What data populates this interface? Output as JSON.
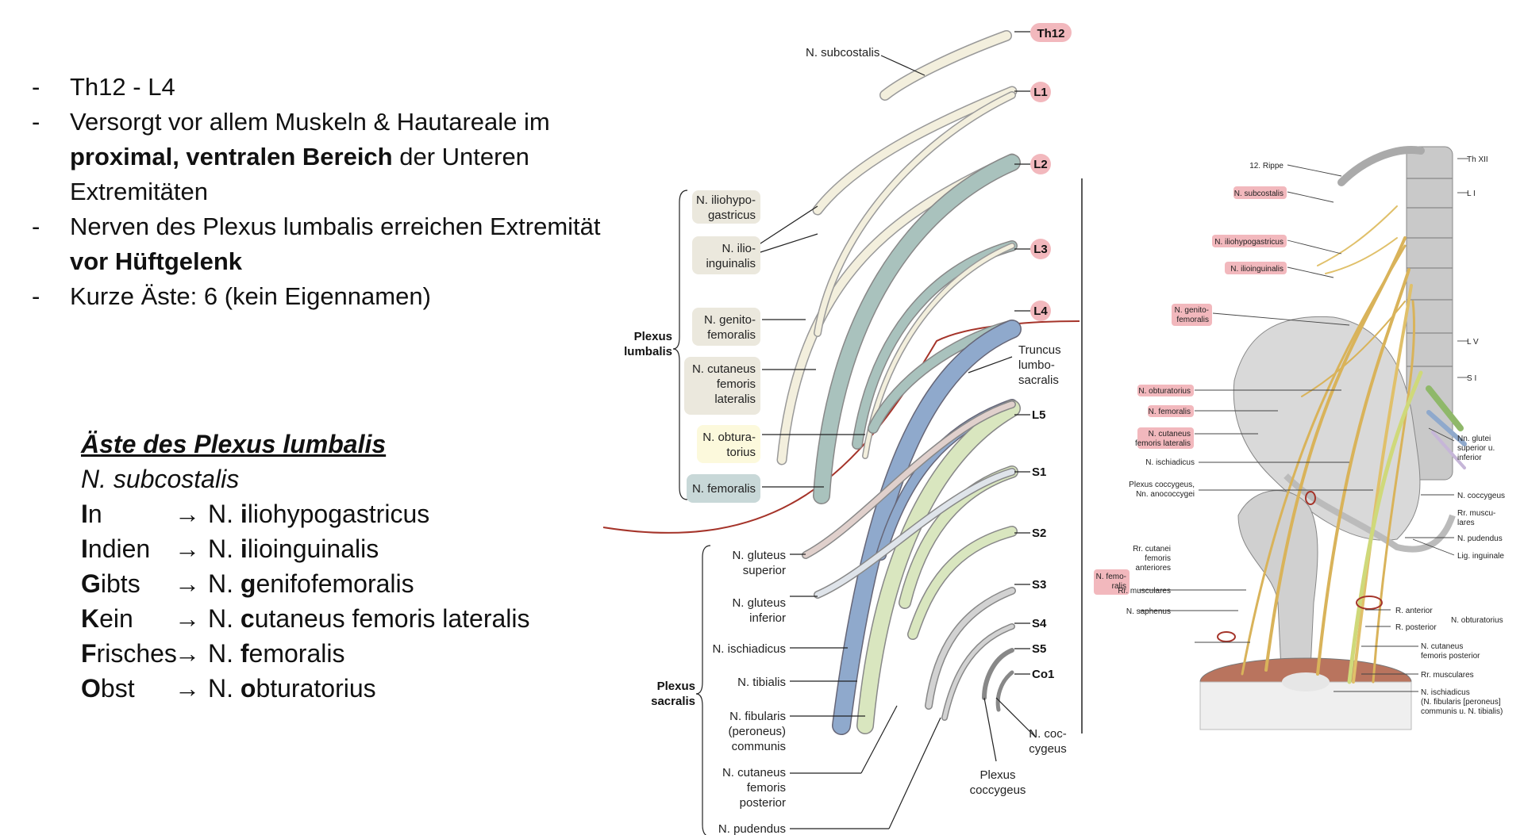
{
  "bullets": [
    {
      "plain": "Th12 - L4"
    },
    {
      "pre": "Versorgt vor allem Muskeln & Hautareale im ",
      "bold": "proximal, ventralen Bereich",
      "post": " der Unteren Extremitäten"
    },
    {
      "pre": "Nerven des Plexus lumbalis erreichen Extremität ",
      "bold": "vor Hüftgelenk",
      "post": ""
    },
    {
      "plain": "Kurze Äste: 6 (kein Eigennamen)"
    }
  ],
  "branches": {
    "title": "Äste des Plexus lumbalis",
    "subtitle": "N. subcostalis",
    "arrow": "→",
    "rows": [
      {
        "m1": "I",
        "m2": "n",
        "n0": "N. ",
        "n1": "i",
        "n2": "liohypogastricus"
      },
      {
        "m1": "I",
        "m2": "ndien",
        "n0": "N. ",
        "n1": "i",
        "n2": "lioinguinalis"
      },
      {
        "m1": "G",
        "m2": "ibts",
        "n0": "N. ",
        "n1": "g",
        "n2": "enifofemoralis"
      },
      {
        "m1": "K",
        "m2": "ein",
        "n0": "N. ",
        "n1": "c",
        "n2": "utaneus femoris lateralis"
      },
      {
        "m1": "F",
        "m2": "risches",
        "n0": "N. ",
        "n1": "f",
        "n2": "emoralis"
      },
      {
        "m1": "O",
        "m2": "bst",
        "n0": "N. ",
        "n1": "o",
        "n2": "bturatorius"
      }
    ]
  },
  "diagram": {
    "segments": [
      "Th12",
      "L1",
      "L2",
      "L3",
      "L4",
      "L5",
      "S1",
      "S2",
      "S3",
      "S4",
      "S5",
      "Co1"
    ],
    "top_label": "N. subcostalis",
    "group_lumbalis": [
      "Plexus",
      "lumbalis"
    ],
    "group_sacralis": [
      "Plexus",
      "sacralis"
    ],
    "lumbar_boxes": [
      [
        "N. iliohypo-",
        "gastricus"
      ],
      [
        "N. ilio-",
        "inguinalis"
      ],
      [
        "N. genito-",
        "femoralis"
      ],
      [
        "N. cutaneus",
        "femoris",
        "lateralis"
      ],
      [
        "N. obtura-",
        "torius"
      ],
      [
        "N. femoralis"
      ]
    ],
    "truncus": [
      "Truncus",
      "lumbo-",
      "sacralis"
    ],
    "sacral_labels": [
      [
        "N. gluteus",
        "superior"
      ],
      [
        "N. gluteus",
        "inferior"
      ],
      [
        "N. ischiadicus"
      ],
      [
        "N. tibialis"
      ],
      [
        "N. fibularis",
        "(peroneus)",
        "communis"
      ],
      [
        "N. cutaneus",
        "femoris",
        "posterior"
      ],
      [
        "N. pudendus"
      ]
    ],
    "coccygeus": [
      "N. coc-",
      "cygeus"
    ],
    "plexus_coccygeus": [
      "Plexus",
      "coccygeus"
    ]
  },
  "anatomy": {
    "left_labels": [
      "12. Rippe",
      "N. subcostalis",
      "N. iliohypogastricus",
      "N. ilioinguinalis",
      "N. genito-",
      "femoralis",
      "N. obturatorius",
      "N. femoralis",
      "N. cutaneus",
      "femoris lateralis",
      "N. ischiadicus",
      "Plexus coccygeus,",
      "Nn. anococcygei",
      "Rr. cutanei",
      "femoris",
      "anteriores",
      "N. femo-",
      "ralis",
      "Rr. musculares",
      "N. saphenus"
    ],
    "right_labels": [
      "Th XII",
      "L I",
      "L V",
      "S I",
      "Nn. glutei",
      "superior u.",
      "inferior",
      "N. coccygeus",
      "Rr. muscu-",
      "lares",
      "N. pudendus",
      "Lig. inguinale",
      "R. anterior",
      "R. posterior",
      "N. obturatorius",
      "N. cutaneus",
      "femoris posterior",
      "Rr. musculares",
      "N. ischiadicus",
      "(N. fibularis [peroneus]",
      "communis u. N. tibialis)"
    ]
  },
  "colors": {
    "segment_fill": "#f2b8bd",
    "lumbar_box": "#ebe8dd",
    "obturatorius_box": "#fcf9dc",
    "femoralis_box": "#c8d8d8",
    "femoralis_nerve": "#a9c2bd",
    "cream_nerve": "#f3efdd",
    "ischiadicus_nerve": "#8fa9cc",
    "green_nerve": "#d9e6bf",
    "grey_nerve": "#c8c8c8",
    "curve_red": "#a5342a"
  }
}
